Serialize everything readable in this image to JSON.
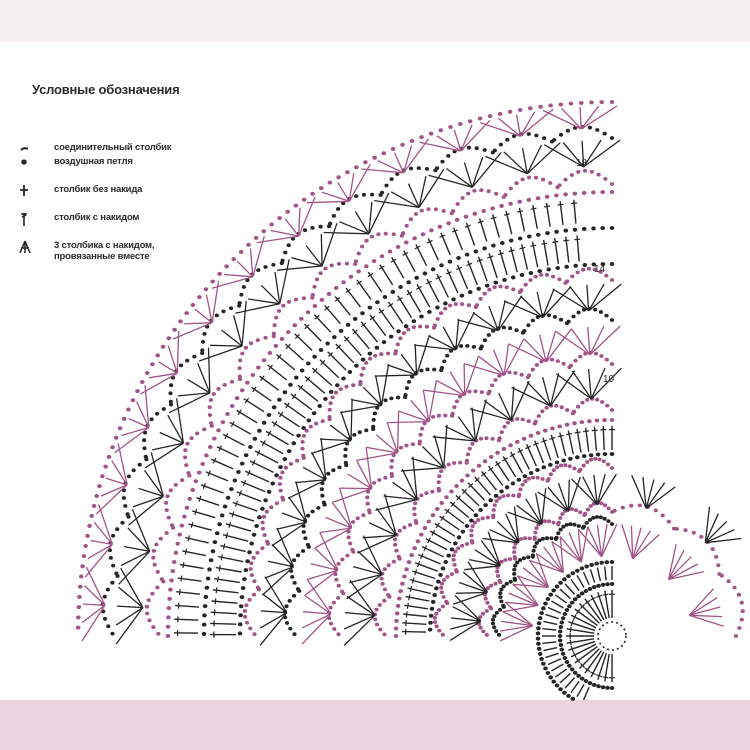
{
  "legend": {
    "title": "Условные обозначения",
    "items": [
      {
        "symbol": "slip-stitch-icon",
        "label": "соединительный столбик"
      },
      {
        "symbol": "chain-stitch-icon",
        "label": "воздушная петля"
      },
      {
        "symbol": "single-crochet-icon",
        "label": "столбик без накида"
      },
      {
        "symbol": "double-crochet-icon",
        "label": "столбик с накидом"
      },
      {
        "symbol": "dc3tog-icon",
        "label": "3 столбика с накидом,\nпровязанные вместе"
      }
    ]
  },
  "row_numbers": [
    "18",
    "14",
    "10"
  ],
  "colors": {
    "black": "#262626",
    "pink": "#a25486",
    "legend_text": "#2c2c2c",
    "top_band": "#f6eef1",
    "bottom_band": "#ead3dd"
  }
}
